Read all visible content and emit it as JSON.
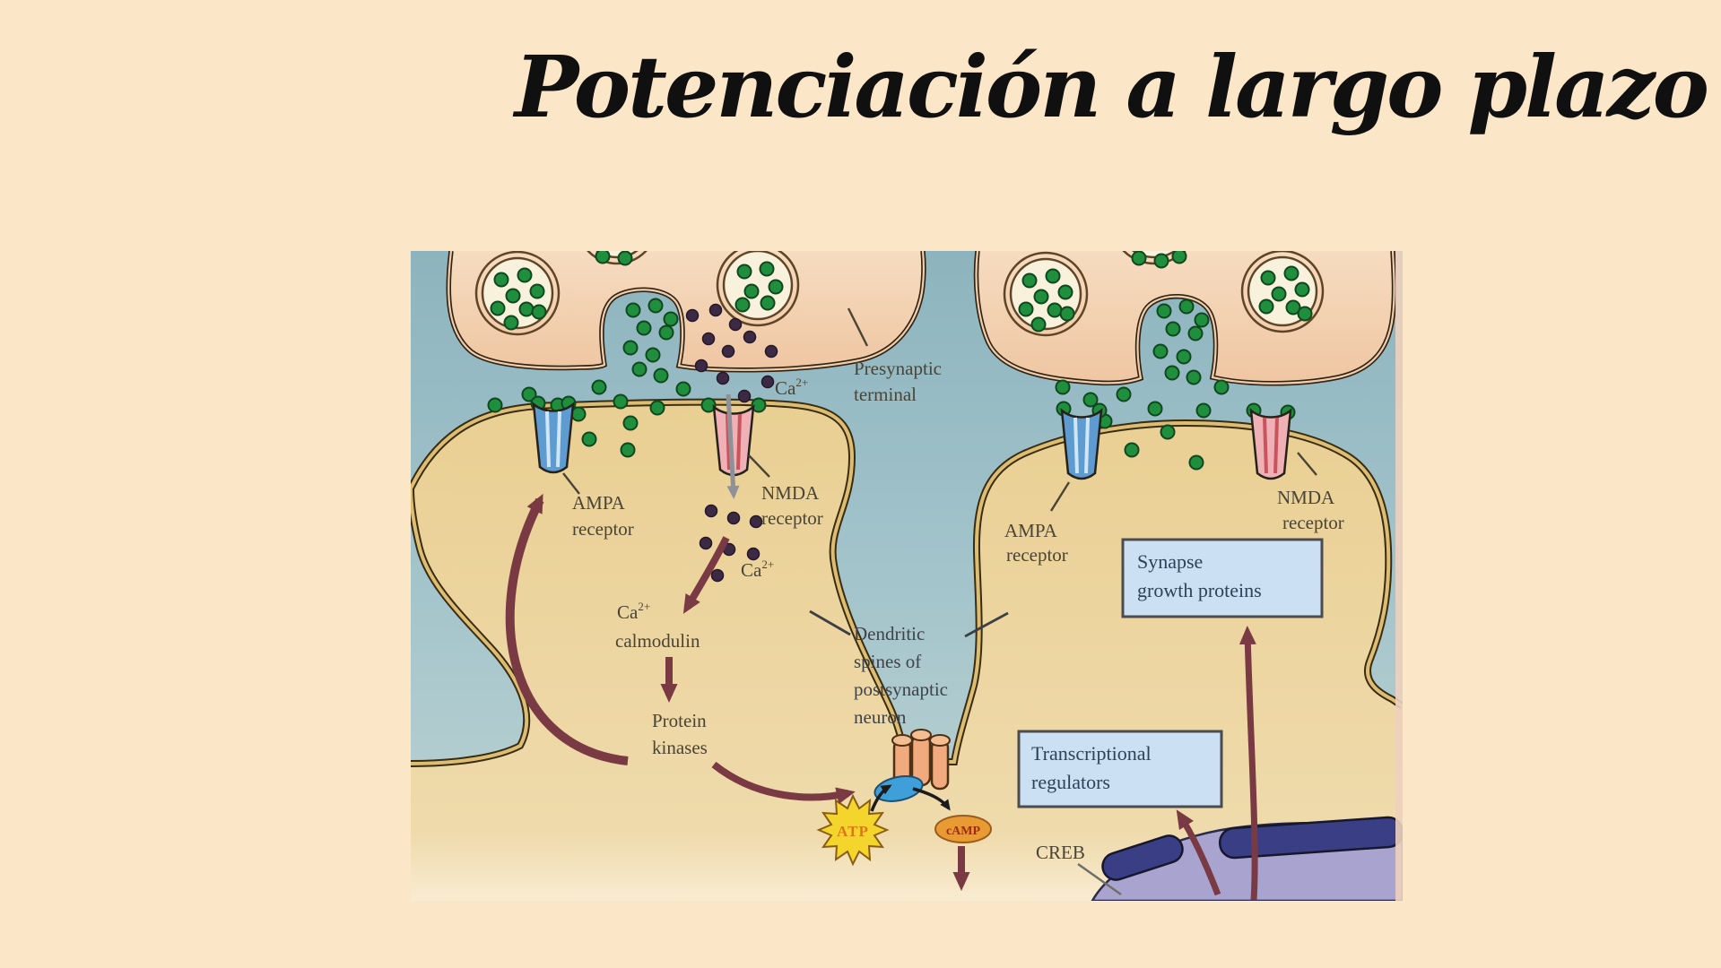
{
  "slide": {
    "title": "Potenciación a largo plazo",
    "background_color": "#FCE6C8",
    "title_color": "#101010"
  },
  "diagram": {
    "labels": {
      "presynaptic": [
        "Presynaptic",
        "terminal"
      ],
      "ca_base": "Ca",
      "ca_sup": "2+",
      "ampa": [
        "AMPA",
        "receptor"
      ],
      "nmda": [
        "NMDA",
        "receptor"
      ],
      "calmodulin": "calmodulin",
      "protein_kinases": [
        "Protein",
        "kinases"
      ],
      "dendritic": [
        "Dendritic",
        "spines of",
        "postsynaptic",
        "neuron"
      ],
      "transcriptional": [
        "Transcriptional",
        "regulators"
      ],
      "creb": "CREB",
      "synapse_growth": [
        "Synapse",
        "growth proteins"
      ],
      "atp": "ATP",
      "camp": "cAMP"
    },
    "colors": {
      "box_fill": "#CBE0F2",
      "box_border": "#4B4B50",
      "arrow_maroon": "#7A3A43",
      "label_text": "#4A4436",
      "cleft_blue": "#9FC0C9",
      "cell_tan": "#EAD29A",
      "terminal_pink": "#F2CCA9",
      "vesicle_green": "#1F8F3E",
      "calcium_purple": "#3C2A45",
      "atp_yellow": "#F3D52C",
      "camp_orange": "#E89B33",
      "nucleus_lavender": "#A9A4CF",
      "nucleus_navy": "#3A3F85"
    }
  }
}
